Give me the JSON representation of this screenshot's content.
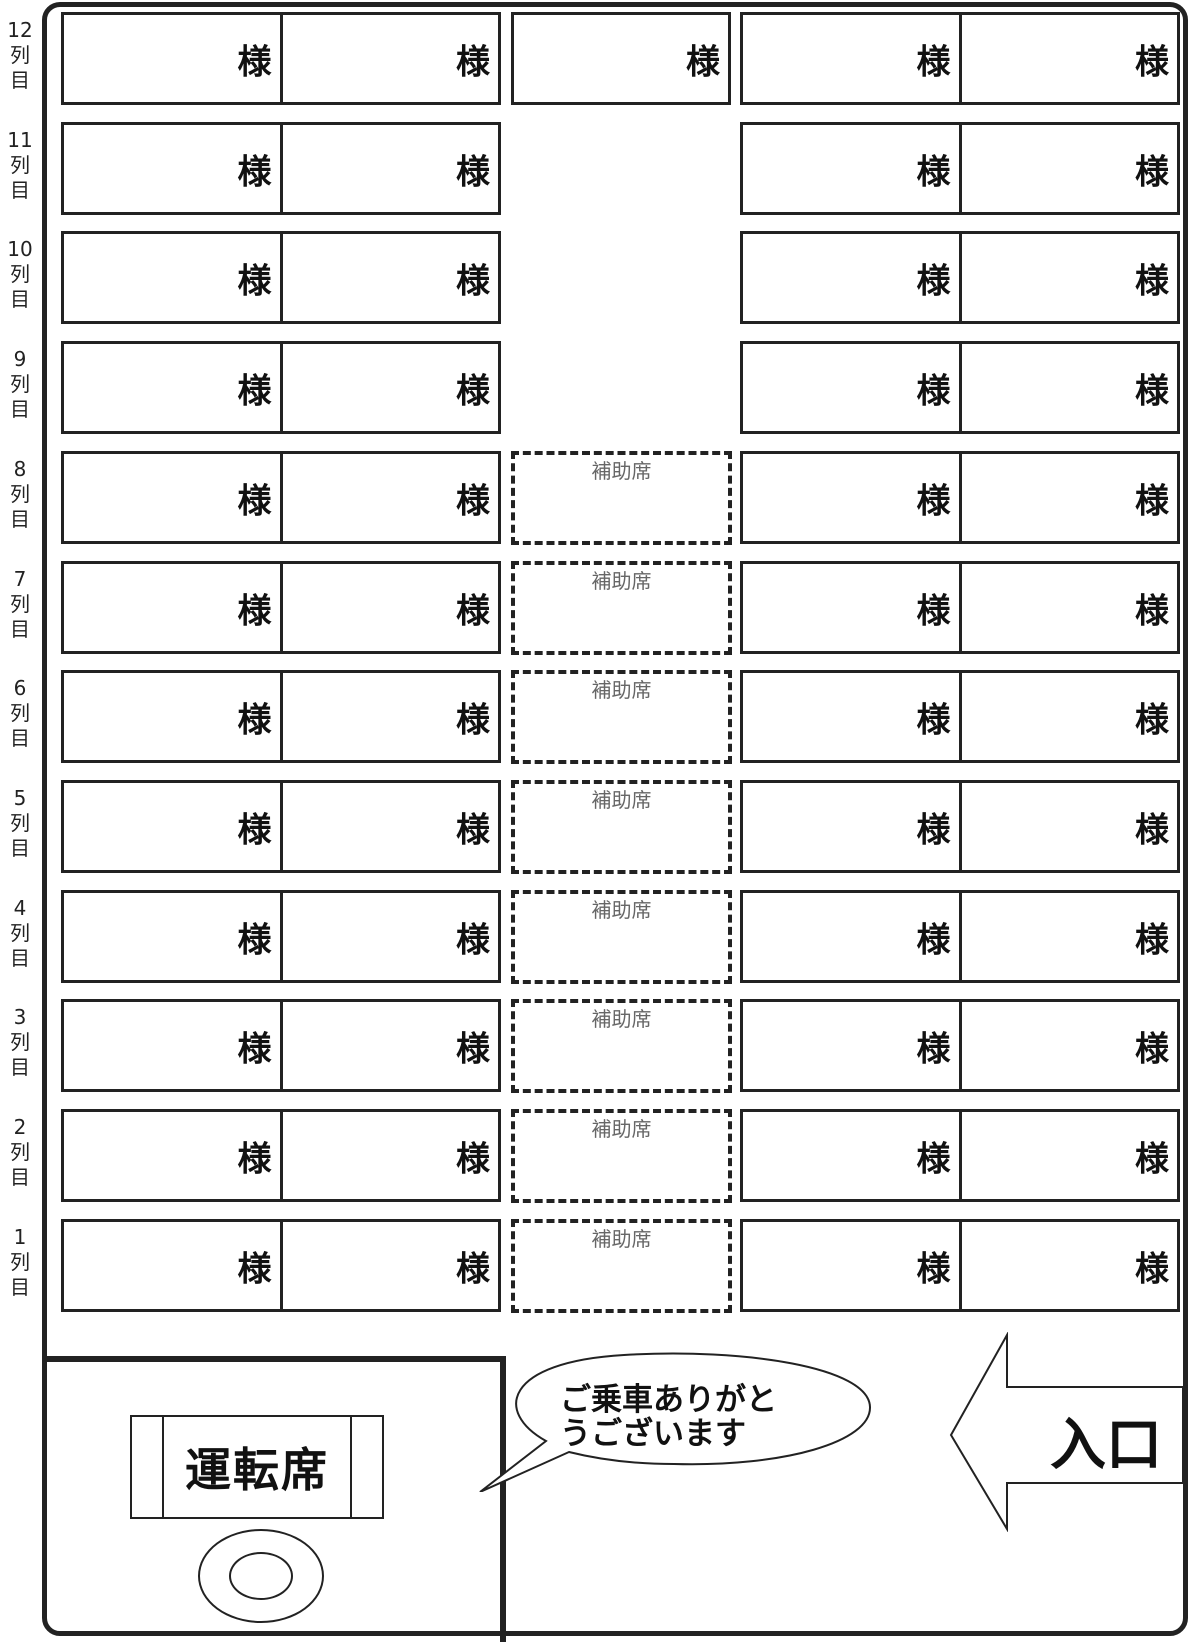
{
  "rows": [
    {
      "num": "12",
      "l1": "列",
      "l2": "目",
      "aux": false,
      "center_seat": true
    },
    {
      "num": "11",
      "l1": "列",
      "l2": "目",
      "aux": false,
      "center_seat": false
    },
    {
      "num": "10",
      "l1": "列",
      "l2": "目",
      "aux": false,
      "center_seat": false
    },
    {
      "num": "9",
      "l1": "列",
      "l2": "目",
      "aux": false,
      "center_seat": false
    },
    {
      "num": "8",
      "l1": "列",
      "l2": "目",
      "aux": true,
      "center_seat": false
    },
    {
      "num": "7",
      "l1": "列",
      "l2": "目",
      "aux": true,
      "center_seat": false
    },
    {
      "num": "6",
      "l1": "列",
      "l2": "目",
      "aux": true,
      "center_seat": false
    },
    {
      "num": "5",
      "l1": "列",
      "l2": "目",
      "aux": true,
      "center_seat": false
    },
    {
      "num": "4",
      "l1": "列",
      "l2": "目",
      "aux": true,
      "center_seat": false
    },
    {
      "num": "3",
      "l1": "列",
      "l2": "目",
      "aux": true,
      "center_seat": false
    },
    {
      "num": "2",
      "l1": "列",
      "l2": "目",
      "aux": true,
      "center_seat": false
    },
    {
      "num": "1",
      "l1": "列",
      "l2": "目",
      "aux": true,
      "center_seat": false
    }
  ],
  "seat_suffix": "様",
  "aux_label": "補助席",
  "driver_label": "運転席",
  "greeting_line1": "ご乗車ありがと",
  "greeting_line2": "うございます",
  "entrance_label": "入口"
}
